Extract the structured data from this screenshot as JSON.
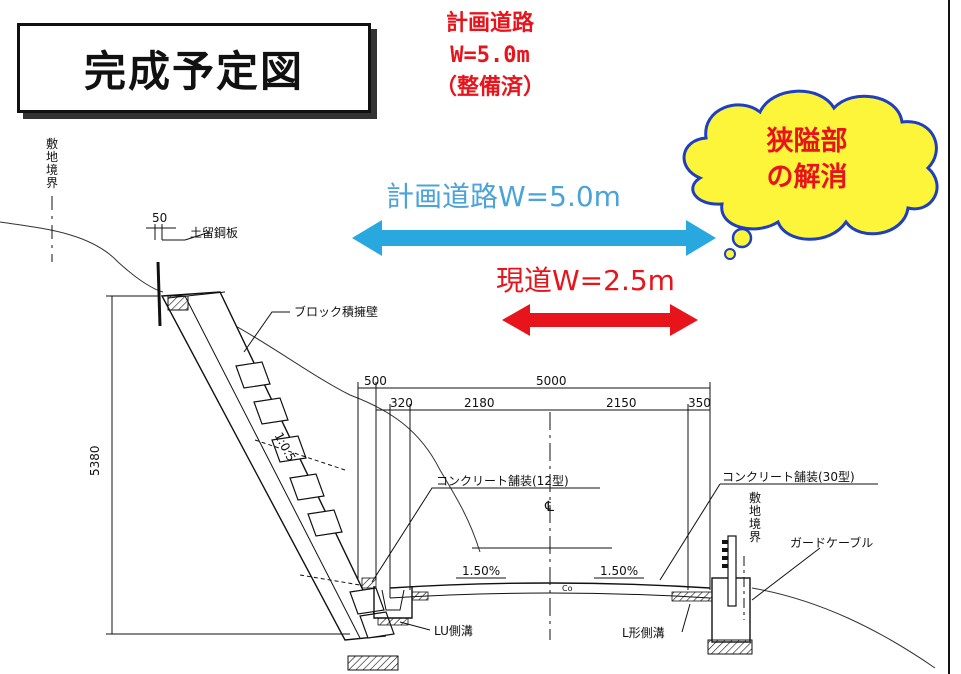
{
  "title": "完成予定図",
  "planned_road_heading": {
    "line1": "計画道路",
    "line2": "W=5.0m",
    "line3": "（整備済）"
  },
  "arrows": {
    "planned_label": "計画道路W=5.0m",
    "planned_color": "#29a8e0",
    "current_label": "現道W=2.5m",
    "current_color": "#e8141c"
  },
  "callout": {
    "line1": "狭隘部",
    "line2": "の解消",
    "fill": "#fdf53a",
    "stroke": "#1f3fbf"
  },
  "drawing": {
    "boundary_left": "敷地境界",
    "boundary_right": "敷地境界",
    "steel_plate_dim": "50",
    "steel_plate_label": "土留鋼板",
    "wall_label": "ブロック積擁壁",
    "slope_ratio": "1:0.5",
    "wall_height": "5380",
    "dims_top": [
      "500",
      "5000"
    ],
    "dims_sub": [
      "320",
      "2180",
      "2150",
      "350"
    ],
    "pavement_left": "コンクリート舗装(12型)",
    "pavement_right": "コンクリート舗装(30型)",
    "centerline_mark": "℄",
    "guard_cable": "ガードケーブル",
    "slope_left": "1.50%",
    "slope_right": "1.50%",
    "centre_code": "Co",
    "lu_ditch": "LU側溝",
    "l_ditch": "L形側溝"
  }
}
